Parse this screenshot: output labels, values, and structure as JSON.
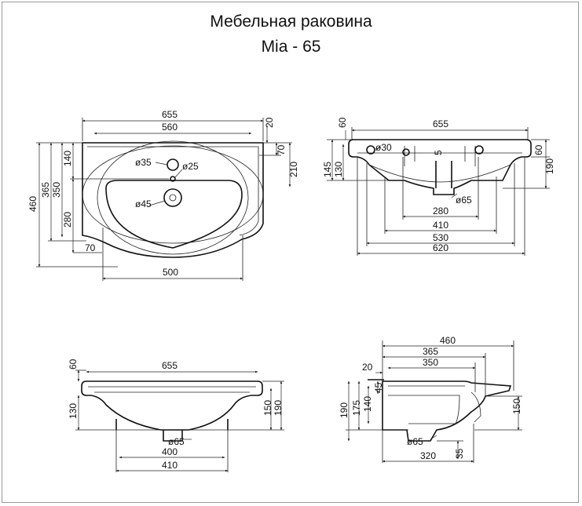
{
  "title": "Мебельная раковина",
  "model": "Mia - 65",
  "top_view": {
    "w655": "655",
    "w560": "560",
    "w500": "500",
    "w70": "70",
    "h20": "20",
    "h70": "70",
    "h210": "210",
    "h460": "460",
    "h365": "365",
    "h350": "350",
    "h140": "140",
    "h280": "280",
    "d35": "ø35",
    "d25": "ø25",
    "d45": "ø45"
  },
  "back_view": {
    "w655": "655",
    "h60": "60",
    "h145": "145",
    "h130": "130",
    "d30": "ø30",
    "h5": "5",
    "h60r": "60",
    "h190": "190",
    "d65": "ø65",
    "w280": "280",
    "w410": "410",
    "w530": "530",
    "w620": "620"
  },
  "front_view": {
    "h60": "60",
    "w655": "655",
    "h130": "130",
    "h150": "150",
    "h190": "190",
    "d65": "ø65",
    "w400": "400",
    "w410": "410"
  },
  "side_view": {
    "w460": "460",
    "w365": "365",
    "w350": "350",
    "w20": "20",
    "h45": "45",
    "h140": "140",
    "h175": "175",
    "h190": "190",
    "h150": "150",
    "d65": "ø65",
    "h35": "35",
    "w320": "320"
  }
}
